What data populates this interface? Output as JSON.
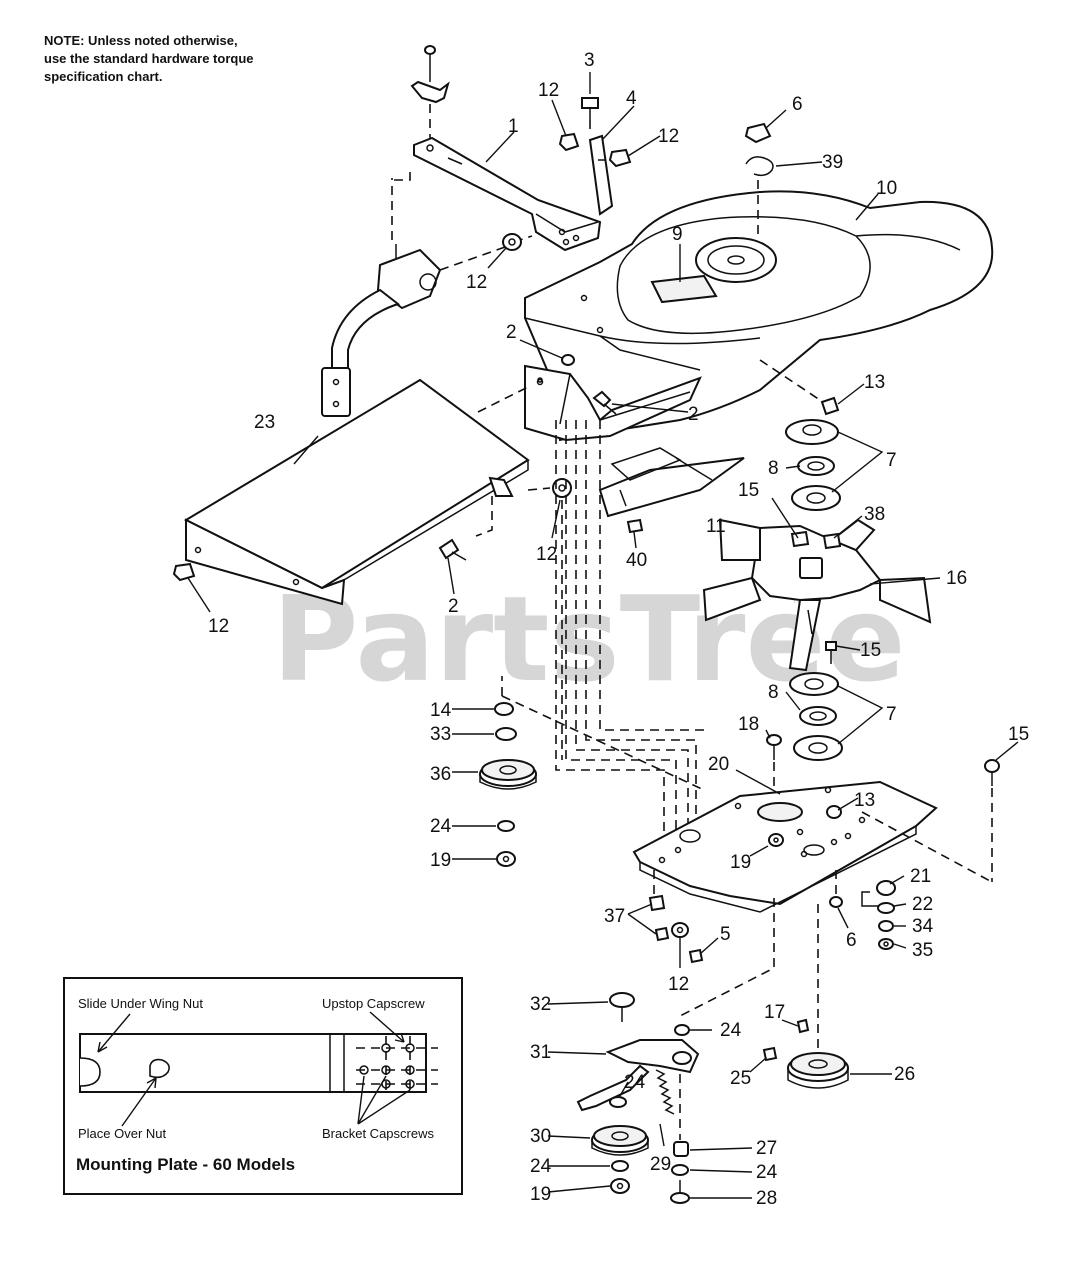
{
  "note": {
    "line1": "NOTE: Unless noted otherwise,",
    "line2": "use the standard hardware torque",
    "line3": "specification chart."
  },
  "watermark": {
    "text": "PartsTree",
    "tm": "™"
  },
  "callouts": {
    "c1": "1",
    "c2a": "2",
    "c2b": "2",
    "c2c": "2",
    "c3": "3",
    "c4": "4",
    "c5": "5",
    "c6a": "6",
    "c6b": "6",
    "c7a": "7",
    "c7b": "7",
    "c8a": "8",
    "c8b": "8",
    "c9": "9",
    "c10": "10",
    "c11": "11",
    "c12a": "12",
    "c12b": "12",
    "c12c": "12",
    "c12d": "12",
    "c12e": "12",
    "c12f": "12",
    "c13a": "13",
    "c13b": "13",
    "c14": "14",
    "c15a": "15",
    "c15b": "15",
    "c15c": "15",
    "c16": "16",
    "c17": "17",
    "c18": "18",
    "c19a": "19",
    "c19b": "19",
    "c19c": "19",
    "c20": "20",
    "c21": "21",
    "c22": "22",
    "c23": "23",
    "c24a": "24",
    "c24b": "24",
    "c24c": "24",
    "c24d": "24",
    "c24e": "24",
    "c25": "25",
    "c26": "26",
    "c27": "27",
    "c28": "28",
    "c29": "29",
    "c30": "30",
    "c31": "31",
    "c32": "32",
    "c33": "33",
    "c34": "34",
    "c35": "35",
    "c36": "36",
    "c37": "37",
    "c38": "38",
    "c39": "39",
    "c40": "40"
  },
  "inset": {
    "slide_label": "Slide Under Wing Nut",
    "upstop_label": "Upstop Capscrew",
    "place_label": "Place Over Nut",
    "bracket_label": "Bracket Capscrews",
    "title": "Mounting Plate - 60   Models"
  }
}
